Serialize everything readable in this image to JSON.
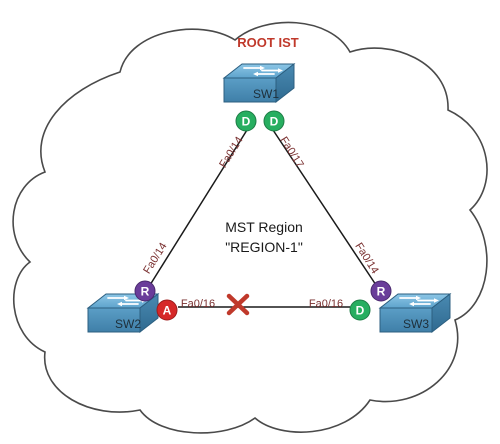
{
  "diagram": {
    "title": "ROOT IST",
    "region_label": "MST Region",
    "region_name": "\"REGION-1\"",
    "switches": {
      "sw1": "SW1",
      "sw2": "SW2",
      "sw3": "SW3"
    },
    "ports": {
      "sw1_left": "Fa0/14",
      "sw1_right": "Fa0/17",
      "sw2_top": "Fa0/14",
      "sw2_right": "Fa0/16",
      "sw3_top": "Fa0/14",
      "sw3_left": "Fa0/16"
    },
    "roles": {
      "sw1_left": "D",
      "sw1_right": "D",
      "sw2_top": "R",
      "sw2_right": "A",
      "sw3_top": "R",
      "sw3_left": "D"
    },
    "blocked_link_marker": "cross-icon",
    "colors": {
      "title": "#c0392b",
      "designated": "#27ae60",
      "root": "#6a3d9a",
      "alternate": "#d62828",
      "blocked": "#c0392b",
      "switch_body": "#5aa0c8",
      "cloud_stroke": "#4a4a4a"
    }
  }
}
